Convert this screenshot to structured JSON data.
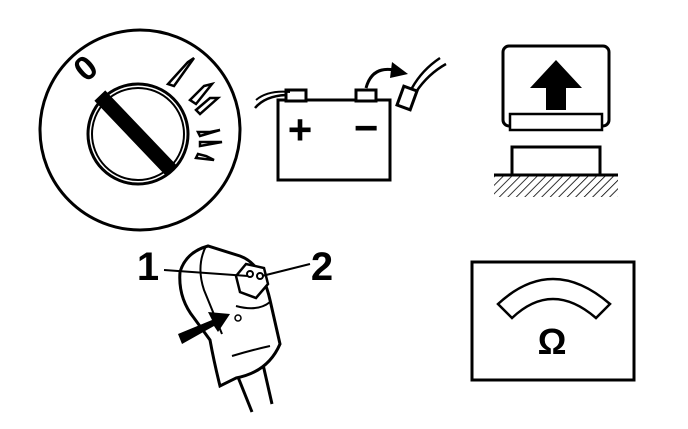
{
  "diagram": {
    "ignition_switch": {
      "position_label": "0"
    },
    "battery": {
      "positive_symbol": "+",
      "negative_symbol": "−"
    },
    "lift_panel": {
      "icon": "up-arrow-icon"
    },
    "connector": {
      "callout_1": "1",
      "callout_2": "2",
      "icon": "arrow-icon"
    },
    "ohmmeter": {
      "unit_symbol": "Ω"
    },
    "colors": {
      "ink": "#000000",
      "paper": "#ffffff"
    }
  }
}
